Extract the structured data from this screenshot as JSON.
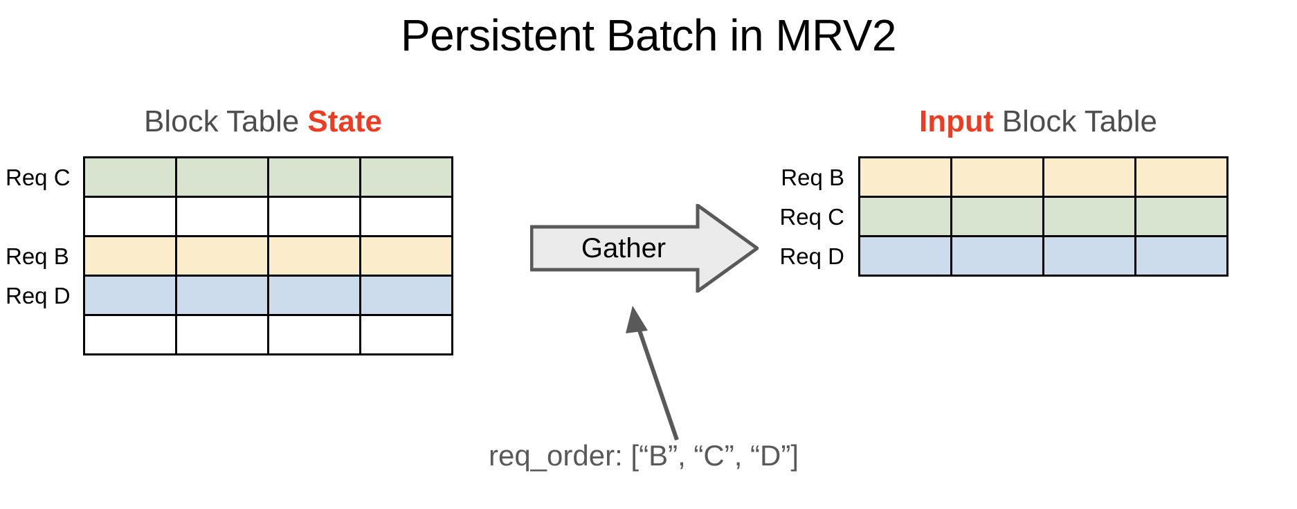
{
  "slide": {
    "title": "Persistent Batch in MRV2"
  },
  "colors": {
    "accent_red": "#ef3b21",
    "heading_gray": "#4d4d4d",
    "caption_gray": "#595959",
    "cell_green": "#d9e4d0",
    "cell_yellow": "#fbeccc",
    "cell_blue": "#cddcec",
    "cell_empty": "#ffffff",
    "arrow_fill": "#ebebeb",
    "arrow_stroke": "#595959",
    "grid_line": "#000000"
  },
  "left_panel": {
    "heading_prefix": "Block Table ",
    "heading_accent": "State",
    "table": {
      "columns": 4,
      "rows": [
        {
          "label": "Req C",
          "color_key": "cell_green",
          "occupied": true
        },
        {
          "label": "",
          "color_key": "cell_empty",
          "occupied": false
        },
        {
          "label": "Req B",
          "color_key": "cell_yellow",
          "occupied": true
        },
        {
          "label": "Req D",
          "color_key": "cell_blue",
          "occupied": true
        },
        {
          "label": "",
          "color_key": "cell_empty",
          "occupied": false
        }
      ]
    }
  },
  "right_panel": {
    "heading_accent": "Input",
    "heading_suffix": " Block Table",
    "table": {
      "columns": 4,
      "rows": [
        {
          "label": "Req B",
          "color_key": "cell_yellow",
          "occupied": true
        },
        {
          "label": "Req C",
          "color_key": "cell_green",
          "occupied": true
        },
        {
          "label": "Req D",
          "color_key": "cell_blue",
          "occupied": true
        }
      ]
    }
  },
  "operation": {
    "label": "Gather",
    "icon": "block-arrow-right-icon"
  },
  "caption": {
    "text": "req_order: [“B”, “C”, “D”]",
    "pointer_icon": "arrow-up-left-icon"
  }
}
